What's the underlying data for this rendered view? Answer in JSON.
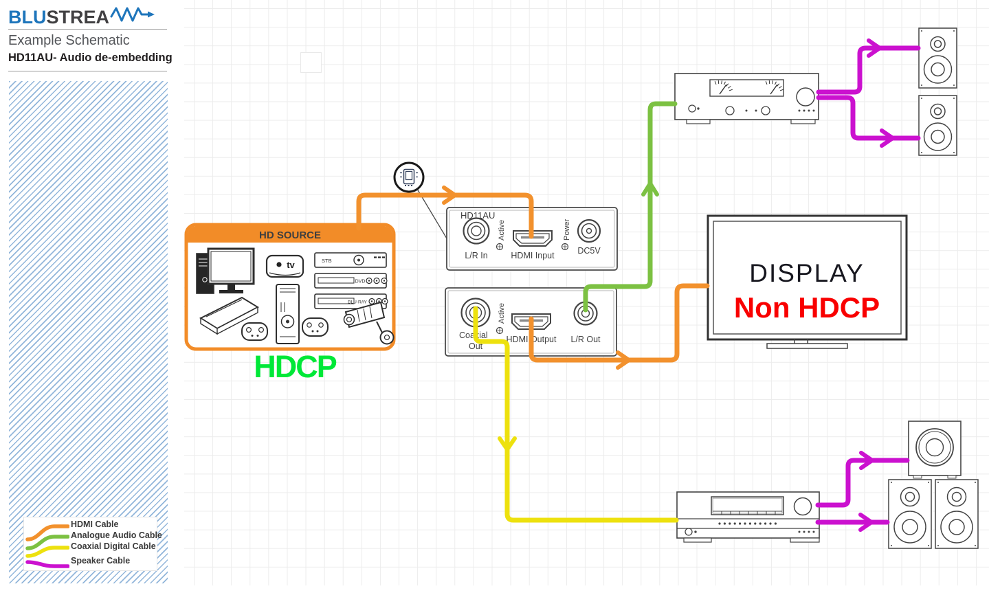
{
  "colors": {
    "brand_blue": "#1E75BB",
    "hdmi_cable": "#F2912D",
    "analogue_cable": "#7CC142",
    "coaxial_cable": "#EDE10E",
    "speaker_cable": "#CB11CF",
    "hdcp_green": "#00E838",
    "non_hdcp_red": "#F90000",
    "source_orange": "#F28C28"
  },
  "header": {
    "brand_bold": "BLU",
    "brand_rest": "STREA",
    "subtitle": "Example Schematic",
    "title": "HD11AU- Audio de-embedding"
  },
  "legend": {
    "items": [
      {
        "label": "HDMI Cable",
        "color": "#F2912D"
      },
      {
        "label": "Analogue Audio Cable",
        "color": "#7CC142"
      },
      {
        "label": "Coaxial Digital Cable",
        "color": "#EDE10E"
      },
      {
        "label": "Speaker Cable",
        "color": "#CB11CF"
      }
    ]
  },
  "diagram": {
    "source": {
      "title": "HD SOURCE",
      "hdcp_label": "HDCP",
      "devices": {
        "apple_tv": "tv",
        "stb": "STB",
        "dvd": "DVD",
        "bluray": "BLU-RAY"
      }
    },
    "unit_front": {
      "model": "HD11AU",
      "lr_in": "L/R In",
      "active": "Active",
      "hdmi_input": "HDMI Input",
      "power": "Power",
      "dc": "DC5V"
    },
    "unit_rear": {
      "coax_line1": "Coaxial",
      "coax_line2": "Out",
      "active": "Active",
      "hdmi_output": "HDMI Output",
      "lr_out": "L/R Out"
    },
    "display": {
      "name": "DISPLAY",
      "hdcp_label": "Non HDCP"
    }
  }
}
